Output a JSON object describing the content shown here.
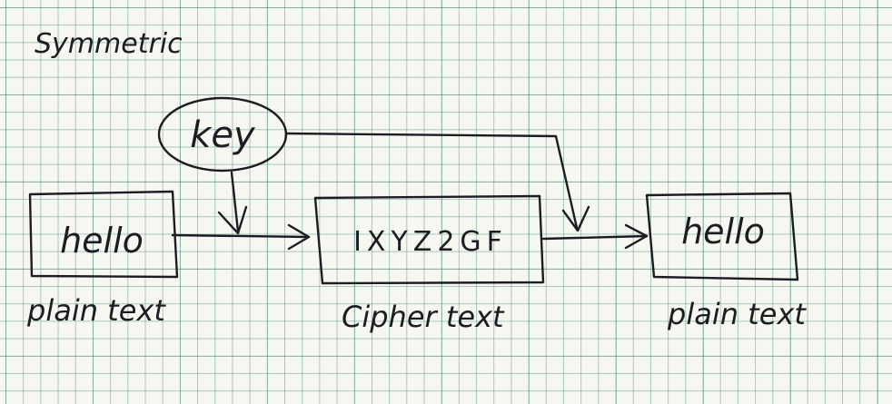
{
  "diagram": {
    "title": "Symmetric",
    "key": {
      "label": "key"
    },
    "input": {
      "value": "hello",
      "caption": "plain text"
    },
    "cipher": {
      "value": "IXYZ2GF",
      "caption": "Cipher text"
    },
    "output": {
      "value": "hello",
      "caption": "plain text"
    }
  },
  "colors": {
    "ink": "#1c1c22",
    "grid": "#468c7d",
    "paper": "#f7f7f1"
  }
}
